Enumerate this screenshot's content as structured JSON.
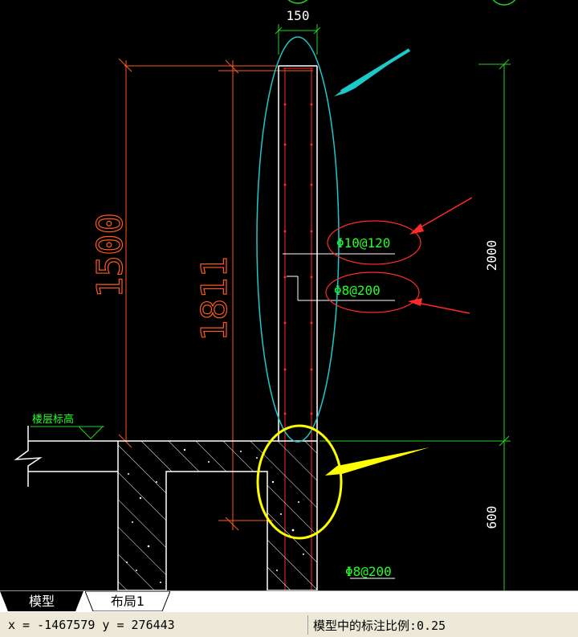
{
  "drawing": {
    "dim_top": "150",
    "dim_left_outer": "1500",
    "dim_left_inner": "1811",
    "dim_right_upper": "2000",
    "dim_right_lower": "600",
    "rebar_1": "Φ10@120",
    "rebar_2": "Φ8@200",
    "rebar_3": "Φ8@200",
    "floor_label": "楼层标高"
  },
  "tabs": [
    {
      "label": "模型",
      "active": true
    },
    {
      "label": "布局1",
      "active": false
    }
  ],
  "status": {
    "coords": "x = -1467579  y = 276443",
    "scale": "模型中的标注比例:0.25"
  },
  "colors": {
    "background": "#000000",
    "dimension": "#ff5a1e",
    "dimension_green": "#22d422",
    "rebar_red": "#ff2a2a",
    "highlight_cyan": "#1fc8c8",
    "highlight_yellow": "#ffff00",
    "label_green": "#22ff22"
  }
}
